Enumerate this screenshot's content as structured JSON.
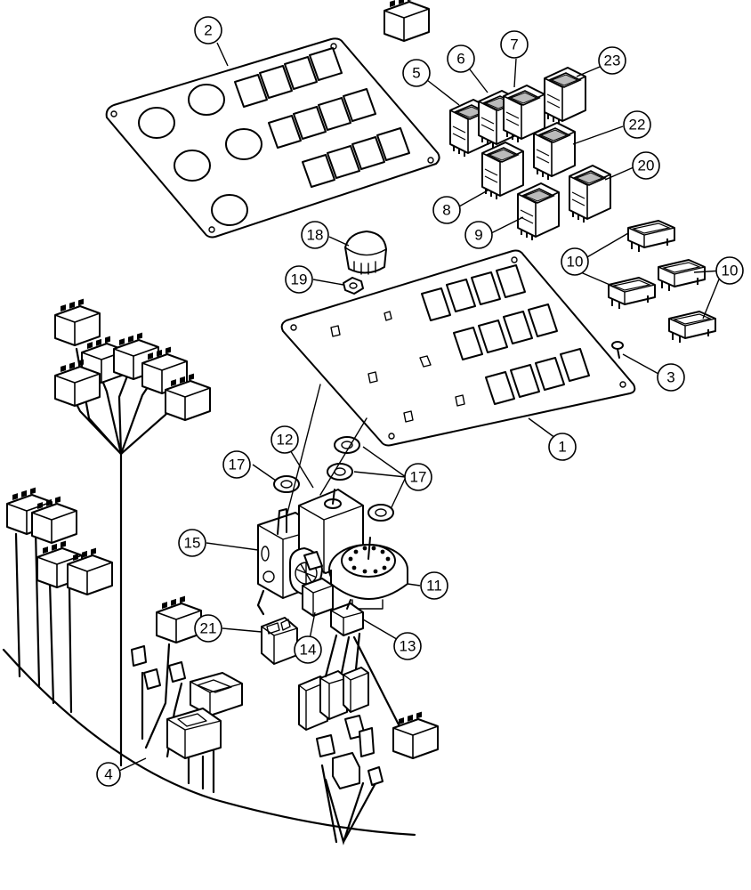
{
  "callouts": [
    {
      "id": "1",
      "label": "1"
    },
    {
      "id": "2",
      "label": "2"
    },
    {
      "id": "3",
      "label": "3"
    },
    {
      "id": "4",
      "label": "4"
    },
    {
      "id": "5",
      "label": "5"
    },
    {
      "id": "6",
      "label": "6"
    },
    {
      "id": "7",
      "label": "7"
    },
    {
      "id": "8",
      "label": "8"
    },
    {
      "id": "9",
      "label": "9"
    },
    {
      "id": "10a",
      "label": "10"
    },
    {
      "id": "10b",
      "label": "10"
    },
    {
      "id": "11",
      "label": "11"
    },
    {
      "id": "12",
      "label": "12"
    },
    {
      "id": "13",
      "label": "13"
    },
    {
      "id": "14",
      "label": "14"
    },
    {
      "id": "15",
      "label": "15"
    },
    {
      "id": "17a",
      "label": "17"
    },
    {
      "id": "17b",
      "label": "17"
    },
    {
      "id": "18",
      "label": "18"
    },
    {
      "id": "19",
      "label": "19"
    },
    {
      "id": "20",
      "label": "20"
    },
    {
      "id": "21",
      "label": "21"
    },
    {
      "id": "22",
      "label": "22"
    },
    {
      "id": "23",
      "label": "23"
    }
  ]
}
